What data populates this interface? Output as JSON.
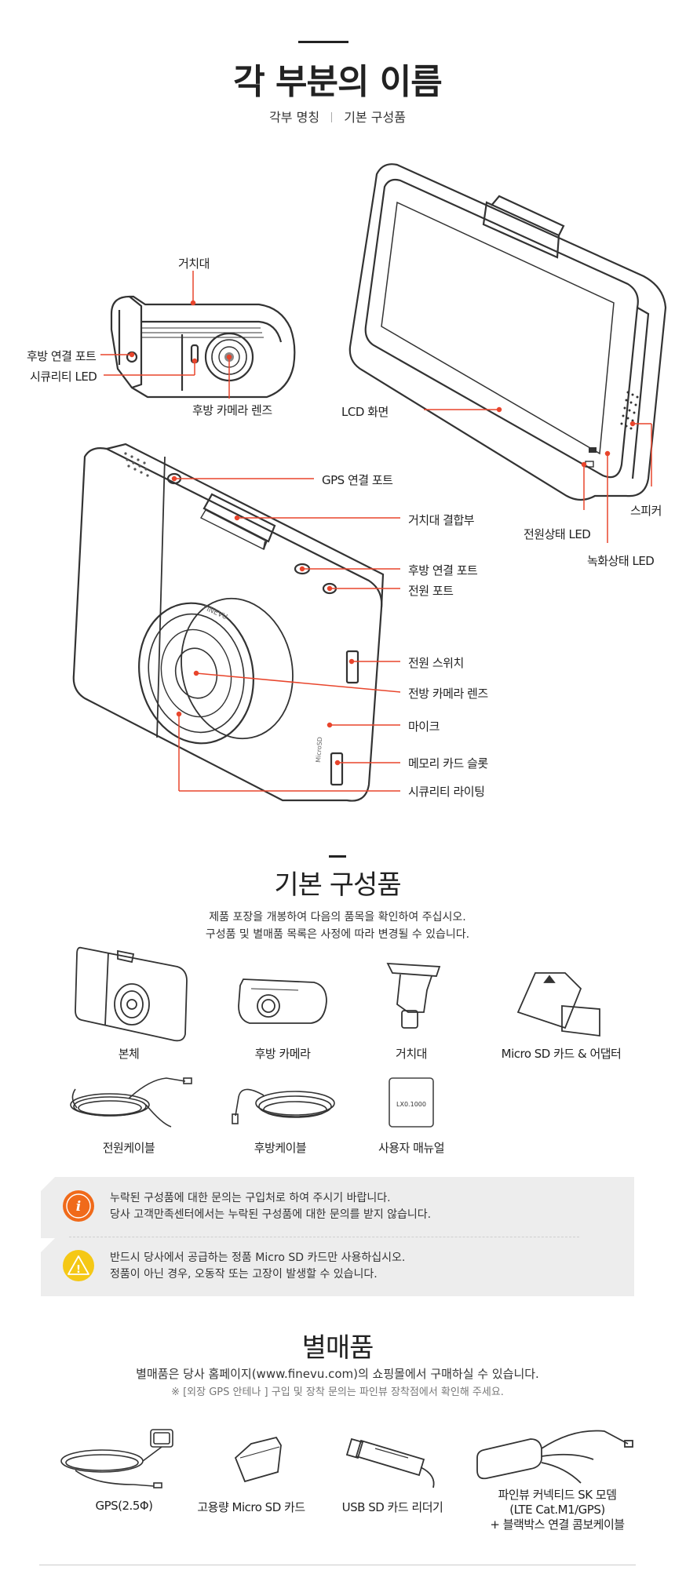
{
  "parts": {
    "title": "각 부분의 이름",
    "tabs": [
      {
        "label": "각부 명칭"
      },
      {
        "label": "기본 구성품"
      }
    ],
    "rear_camera_labels": {
      "mount": "거치대",
      "rear_port": "후방 연결 포트",
      "security_led": "시큐리티 LED",
      "rear_lens": "후방 카메라 렌즈"
    },
    "back_labels": {
      "lcd": "LCD 화면",
      "speaker": "스피커",
      "power_led": "전원상태 LED",
      "rec_led": "녹화상태 LED"
    },
    "front_labels": {
      "gps_port": "GPS 연결 포트",
      "mount_joint": "거치대 결합부",
      "rear_port": "후방 연결 포트",
      "power_port": "전원 포트",
      "power_switch": "전원 스위치",
      "front_lens": "전방 카메라 렌즈",
      "mic": "마이크",
      "sd_slot": "메모리 카드 슬롯",
      "security_light": "시큐리티 라이팅"
    },
    "device_print": {
      "brand": "FINEVU",
      "sd": "MicroSD"
    }
  },
  "components": {
    "title": "기본 구성품",
    "desc_line1": "제품 포장을 개봉하여 다음의 품목을 확인하여 주십시오.",
    "desc_line2": "구성품 및 별매품 목록은 사정에 따라 변경될 수 있습니다.",
    "items": [
      {
        "label": "본체"
      },
      {
        "label": "후방 카메라"
      },
      {
        "label": "거치대"
      },
      {
        "label": "Micro SD 카드 & 어댑터"
      },
      {
        "label": "전원케이블"
      },
      {
        "label": "후방케이블"
      },
      {
        "label": "사용자 매뉴얼"
      }
    ],
    "manual_cover_text": "LX0.1000",
    "notices": [
      {
        "icon": "info-icon",
        "color": "#f06a1a",
        "line1": "누락된 구성품에 대한 문의는 구입처로 하여 주시기 바랍니다.",
        "line2": "당사 고객만족센터에서는 누락된 구성품에 대한 문의를 받지 않습니다."
      },
      {
        "icon": "warning-icon",
        "color": "#f5c816",
        "line1": "반드시 당사에서 공급하는 정품 Micro SD 카드만 사용하십시오.",
        "line2": "정품이 아닌 경우, 오동작 또는 고장이 발생할 수 있습니다."
      }
    ]
  },
  "optional": {
    "title": "별매품",
    "desc_line1": "별매품은 당사 홈페이지(www.finevu.com)의 쇼핑몰에서 구매하실 수 있습니다.",
    "desc_line2": "※ [외장 GPS 안테나 ] 구입 및 장착 문의는 파인뷰 장착점에서 확인해 주세요.",
    "items": [
      {
        "label": "GPS(2.5Φ)"
      },
      {
        "label": "고용량 Micro SD 카드"
      },
      {
        "label": "USB SD 카드 리더기"
      },
      {
        "label_line1": "파인뷰 커넥티드 SK 모뎀",
        "label_line2": "(LTE Cat.M1/GPS)",
        "label_line3": "+ 블랙박스 연결 콤보케이블"
      }
    ]
  },
  "colors": {
    "accent": "#e8452c",
    "text": "#222222",
    "box": "#ededed"
  }
}
